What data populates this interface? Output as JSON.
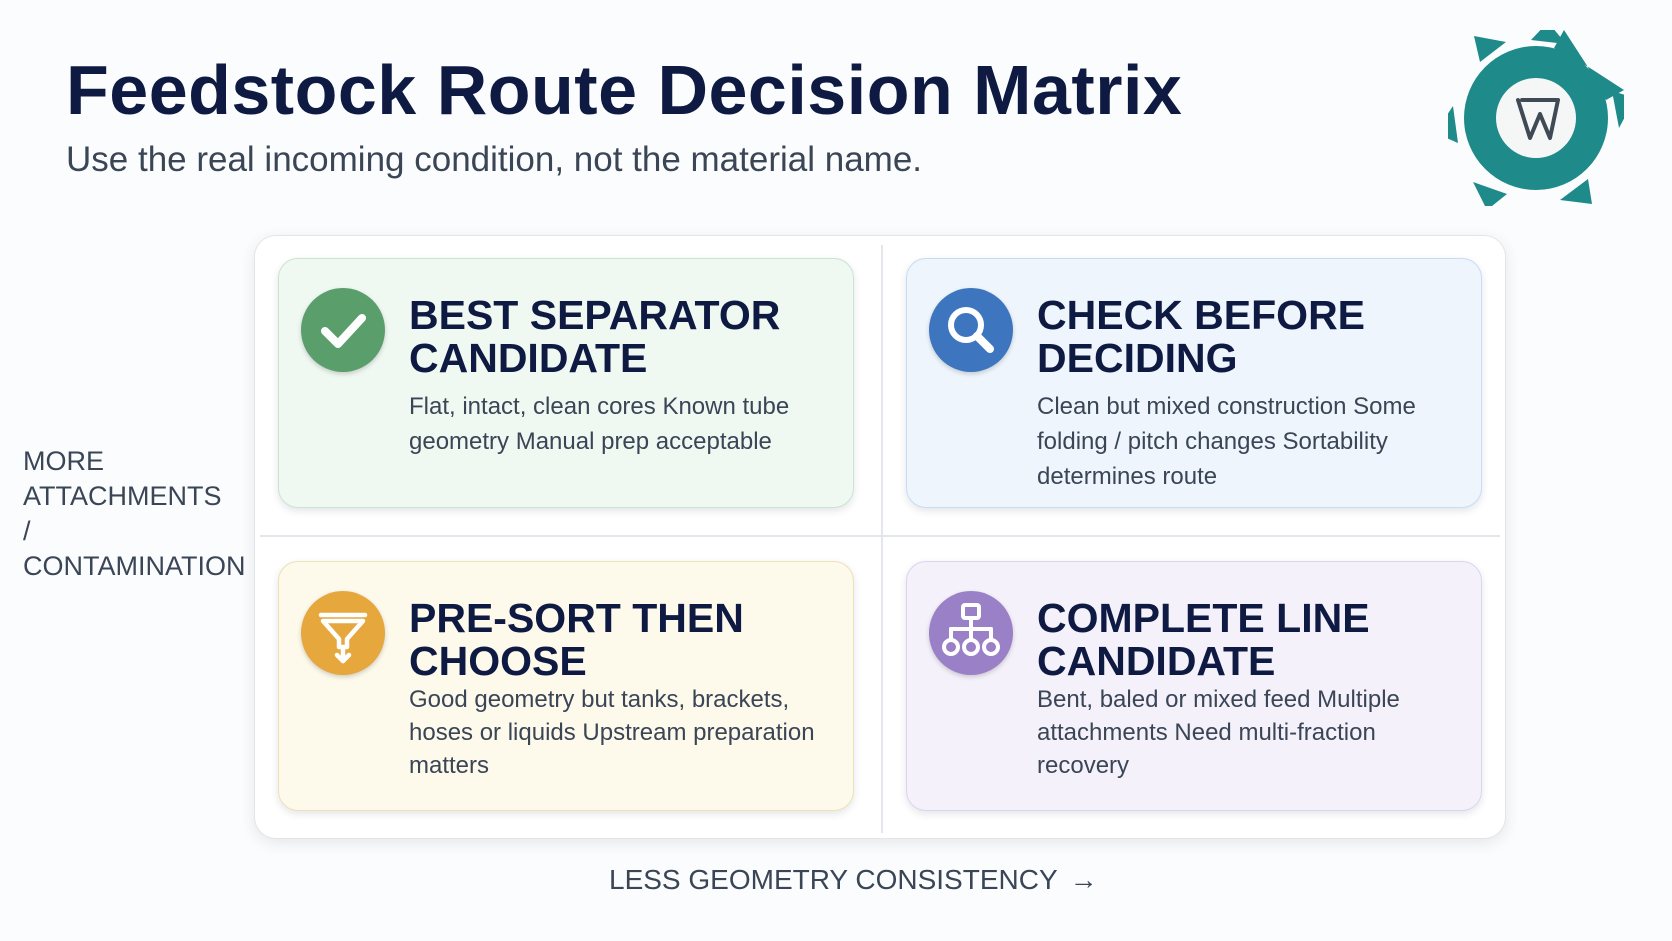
{
  "header": {
    "title": "Feedstock Route Decision Matrix",
    "subtitle": "Use the real incoming condition, not the material name."
  },
  "logo": {
    "icon": "gear-cutter-logo",
    "colors": {
      "ring": "#1f8a8a",
      "center": "#f5f7f7",
      "mark": "#3f4a55"
    }
  },
  "axes": {
    "y_label_lines": [
      "MORE",
      "ATTACHMENTS",
      "/",
      "CONTAMINATION"
    ],
    "x_label": "LESS GEOMETRY CONSISTENCY",
    "x_arrow": "→"
  },
  "quadrants": [
    {
      "id": "best-separator",
      "position": "top-left",
      "icon": "check-icon",
      "color": "#5a9e6c",
      "title_lines": [
        "BEST SEPARATOR",
        "CANDIDATE"
      ],
      "body": "Flat, intact, clean cores Known tube geometry Manual prep acceptable"
    },
    {
      "id": "check-before",
      "position": "top-right",
      "icon": "magnifier-icon",
      "color": "#3d76bf",
      "title_lines": [
        "CHECK BEFORE",
        "DECIDING"
      ],
      "body": "Clean but mixed construction Some folding / pitch changes Sortability determines route"
    },
    {
      "id": "pre-sort",
      "position": "bottom-left",
      "icon": "funnel-icon",
      "color": "#e6a73d",
      "title_lines": [
        "PRE-SORT THEN",
        "CHOOSE"
      ],
      "body": "Good geometry but tanks, brackets, hoses or liquids Upstream preparation matters"
    },
    {
      "id": "complete-line",
      "position": "bottom-right",
      "icon": "hierarchy-icon",
      "color": "#9a80c6",
      "title_lines": [
        "COMPLETE LINE",
        "CANDIDATE"
      ],
      "body": "Bent, baled or mixed feed Multiple attachments Need multi-fraction recovery"
    }
  ]
}
